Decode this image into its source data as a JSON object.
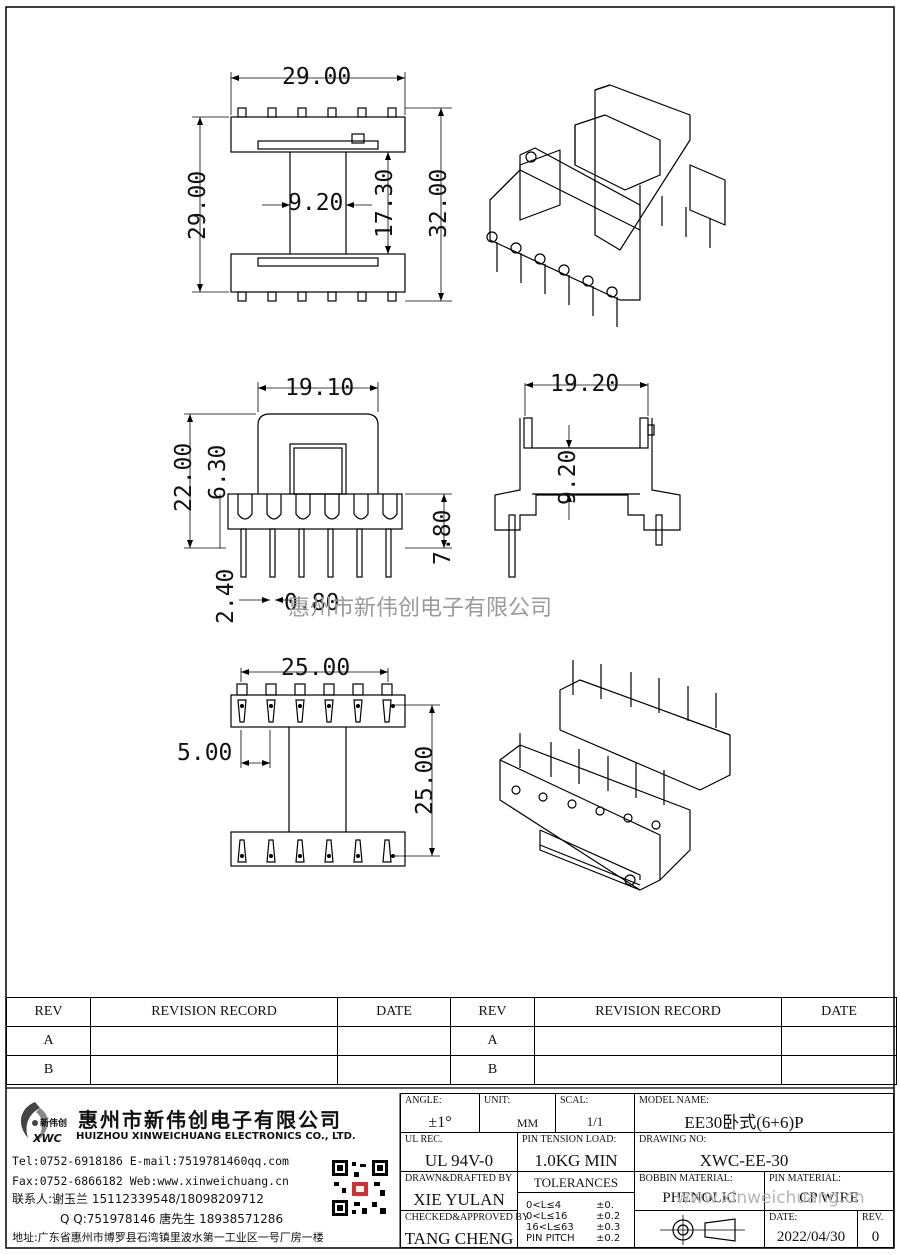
{
  "dimensions": {
    "top_width": "29.00",
    "top_height": "29.00",
    "core_width": "9.20",
    "window_height": "17.30",
    "overall_height": "32.00",
    "front_width": "19.10",
    "front_height": "22.00",
    "flange_height": "6.30",
    "pin_height": "7.80",
    "pin_stub": "2.40",
    "pin_dia": "0.80",
    "side_width": "19.20",
    "side_core": "9.20",
    "bottom_width": "25.00",
    "bottom_pitch": "5.00",
    "bottom_height": "25.00"
  },
  "watermark": "惠州市新伟创电子有限公司",
  "revision_table": {
    "headers": [
      "REV",
      "REVISION RECORD",
      "DATE",
      "REV",
      "REVISION RECORD",
      "DATE"
    ],
    "rows": [
      [
        "A",
        "",
        "",
        "A",
        "",
        ""
      ],
      [
        "B",
        "",
        "",
        "B",
        "",
        ""
      ]
    ]
  },
  "company": {
    "logo_text": "XWC",
    "logo_caption": "新伟创",
    "name_cn": "惠州市新伟创电子有限公司",
    "name_en": "HUIZHOU XINWEICHUANG ELECTRONICS CO., LTD.",
    "contact_line1": "Tel:0752-6918186 E-mail:7519781460qq.com",
    "contact_line2": "Fax:0752-6866182 Web:www.xinweichuang.cn",
    "contact_line3": "联系人:谢玉兰 15112339548/18098209712",
    "contact_line4": "Q Q:751978146   唐先生 18938571286",
    "address": "地址:广东省惠州市博罗县石湾镇里波水第一工业区一号厂房一楼"
  },
  "title_block": {
    "angle_label": "ANGLE:",
    "angle_value": "±1°",
    "unit_label": "UNIT:",
    "unit_value": "MM",
    "scale_label": "SCAL:",
    "scale_value": "1/1",
    "model_label": "MODEL NAME:",
    "model_value": "EE30卧式(6+6)P",
    "ul_label": "UL REC.",
    "ul_value": "UL 94V-0",
    "tension_label": "PIN TENSION LOAD:",
    "tension_value": "1.0KG MIN",
    "drawing_label": "DRAWING NO:",
    "drawing_value": "XWC-EE-30",
    "drawn_label": "DRAWN&DRAFTED BY",
    "drawn_value": "XIE YULAN",
    "tol_label": "TOLERANCES",
    "tol_rows": [
      "0<L≤4",
      "0<L≤16",
      "16<L≤63",
      "PIN PITCH"
    ],
    "tol_values": [
      "±0.",
      "±0.2",
      "±0.3",
      "±0.2"
    ],
    "bobbin_label": "BOBBIN MATERIAL:",
    "bobbin_value": "PHENOLIC",
    "pinmat_label": "PIN MATERIAL:",
    "pinmat_value": "CP WIRE",
    "checked_label": "CHECKED&APPROVED BY",
    "checked_value": "TANG CHENG",
    "date_label": "DATE:",
    "date_value": "2022/04/30",
    "rev_label": "REV.",
    "rev_value": "0",
    "watermark_url": "www.xinweichuang.cn"
  }
}
